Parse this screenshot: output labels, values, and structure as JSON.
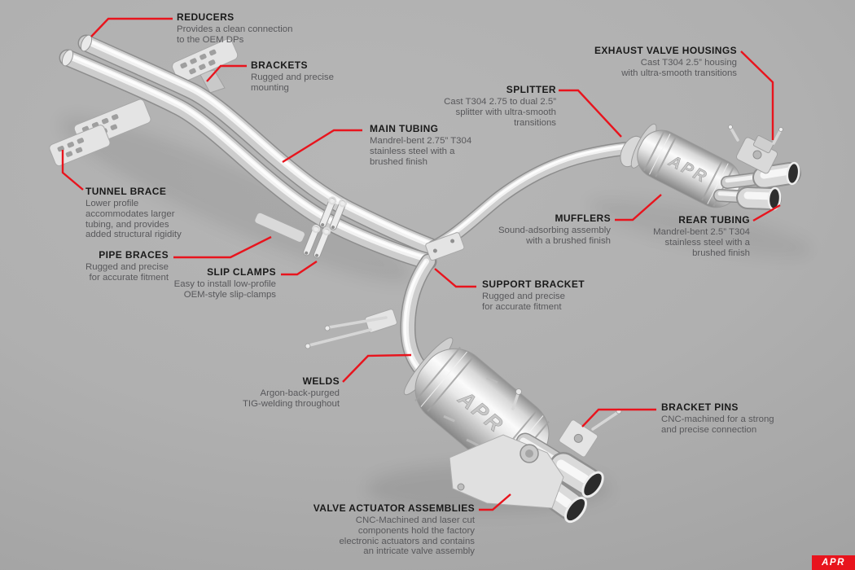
{
  "colors": {
    "accent": "#e8141d",
    "title_text": "#1a1a1a",
    "desc_text": "#58585b",
    "background": "#adadad"
  },
  "branding": {
    "logo_text": "APR",
    "muffler_badge": "APR"
  },
  "callouts": [
    {
      "id": "reducers",
      "title": "REDUCERS",
      "desc": "Provides a clean connection\nto the OEM DPs"
    },
    {
      "id": "brackets",
      "title": "BRACKETS",
      "desc": "Rugged and precise\nmounting"
    },
    {
      "id": "exhaust-valve-housings",
      "title": "EXHAUST VALVE HOUSINGS",
      "desc": "Cast T304 2.5” housing\nwith ultra-smooth transitions"
    },
    {
      "id": "splitter",
      "title": "SPLITTER",
      "desc": "Cast T304 2.75 to dual 2.5”\nsplitter with ultra-smooth\ntransitions"
    },
    {
      "id": "main-tubing",
      "title": "MAIN TUBING",
      "desc": "Mandrel-bent 2.75” T304\nstainless steel with a\nbrushed finish"
    },
    {
      "id": "tunnel-brace",
      "title": "TUNNEL BRACE",
      "desc": "Lower profile\naccommodates larger\ntubing, and provides\nadded structural rigidity"
    },
    {
      "id": "pipe-braces",
      "title": "PIPE BRACES",
      "desc": "Rugged and precise\nfor accurate fitment"
    },
    {
      "id": "slip-clamps",
      "title": "SLIP CLAMPS",
      "desc": "Easy to install low-profile\nOEM-style slip-clamps"
    },
    {
      "id": "mufflers",
      "title": "MUFFLERS",
      "desc": "Sound-adsorbing assembly\nwith a brushed finish"
    },
    {
      "id": "rear-tubing",
      "title": "REAR TUBING",
      "desc": "Mandrel-bent 2.5” T304\nstainless steel with a\nbrushed finish"
    },
    {
      "id": "support-bracket",
      "title": "SUPPORT BRACKET",
      "desc": "Rugged and precise\nfor accurate fitment"
    },
    {
      "id": "welds",
      "title": "WELDS",
      "desc": "Argon-back-purged\nTIG-welding throughout"
    },
    {
      "id": "bracket-pins",
      "title": "BRACKET PINS",
      "desc": "CNC-machined for a strong\nand precise connection"
    },
    {
      "id": "valve-actuator-assemblies",
      "title": "VALVE ACTUATOR ASSEMBLIES",
      "desc": "CNC-Machined and laser cut\ncomponents hold the factory\nelectronic actuators and contains\nan intricate valve assembly"
    }
  ]
}
